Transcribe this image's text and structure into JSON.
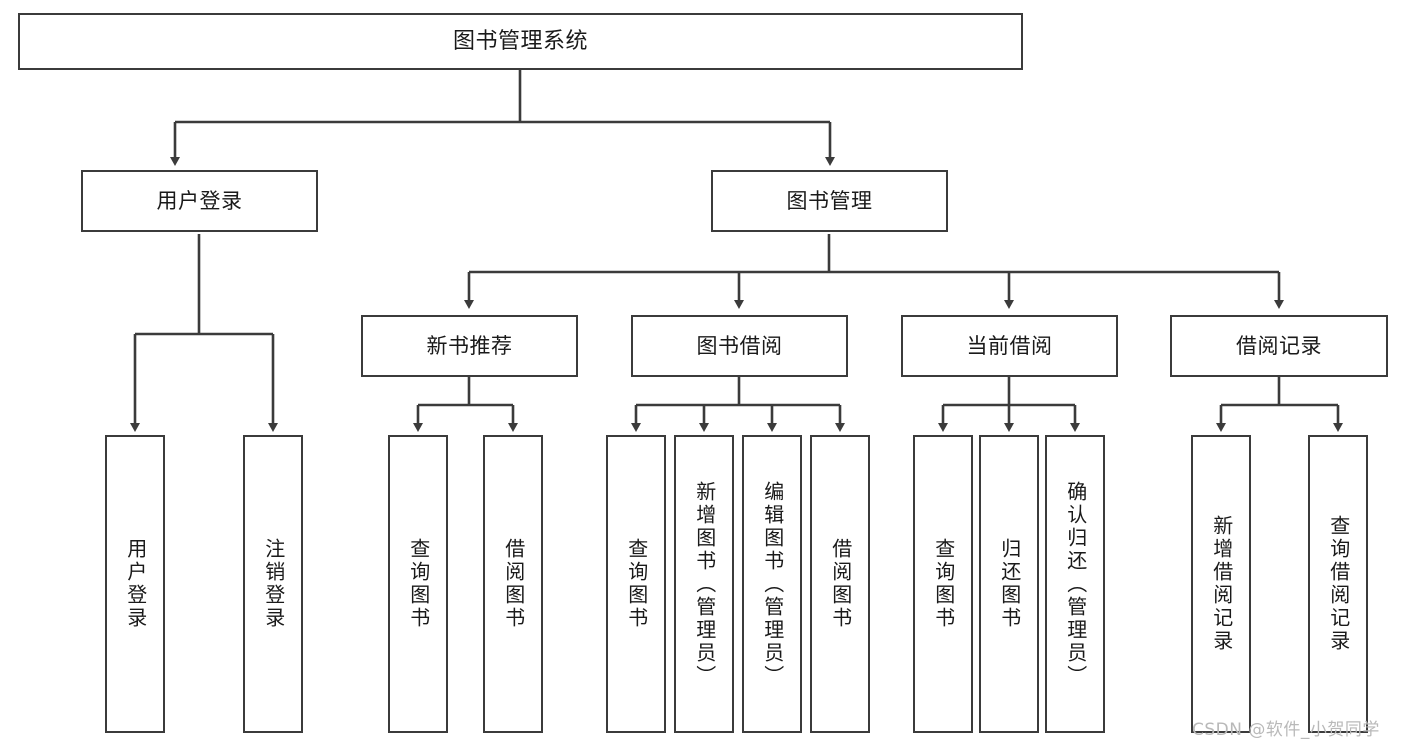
{
  "diagram": {
    "title": "图书管理系统",
    "watermark": "CSDN @软件_小贺同学",
    "stroke_color": "#3b3b3b",
    "fill_color": "#ffffff",
    "background": "#ffffff",
    "watermark_color": "#b9b9b9"
  },
  "nodes": {
    "root": {
      "label": "图书管理系统"
    },
    "level2": [
      {
        "label": "用户登录"
      },
      {
        "label": "图书管理"
      }
    ],
    "level3": [
      {
        "label": "新书推荐"
      },
      {
        "label": "图书借阅"
      },
      {
        "label": "当前借阅"
      },
      {
        "label": "借阅记录"
      }
    ],
    "leaves_user_login": [
      {
        "label": "用户登录"
      },
      {
        "label": "注销登录"
      }
    ],
    "leaves_new_book": [
      {
        "label": "查询图书"
      },
      {
        "label": "借阅图书"
      }
    ],
    "leaves_borrow": [
      {
        "label": "查询图书"
      },
      {
        "label": "新增图书（管理员）"
      },
      {
        "label": "编辑图书（管理员）"
      },
      {
        "label": "借阅图书"
      }
    ],
    "leaves_current": [
      {
        "label": "查询图书"
      },
      {
        "label": "归还图书"
      },
      {
        "label": "确认归还（管理员）"
      }
    ],
    "leaves_record": [
      {
        "label": "新增借阅记录"
      },
      {
        "label": "查询借阅记录"
      }
    ]
  }
}
